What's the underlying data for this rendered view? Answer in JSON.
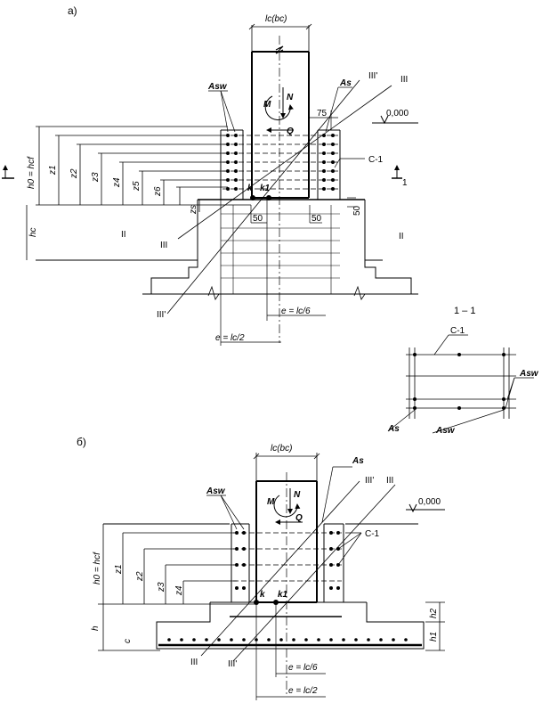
{
  "figure_a": {
    "panel_label": "а)",
    "column_dim": "lc(bc)",
    "force_N": "N",
    "force_M": "M",
    "force_Q": "Q",
    "rebar_Asw": "Asw",
    "rebar_As": "As",
    "offset_75": "75",
    "level_mark": "0,000",
    "crack_III_prime": "III'",
    "crack_III": "III",
    "mesh_C1": "C-1",
    "section_1": "1",
    "h0_eq": "h0 = hcf",
    "z1": "z1",
    "z2": "z2",
    "z3": "z3",
    "z4": "z4",
    "z5": "z5",
    "z6": "z6",
    "zs": "zs",
    "k": "k",
    "k1": "k1",
    "dim_50_left": "50",
    "dim_50_right": "50",
    "dim_50_vert": "50",
    "hc": "hc",
    "zone_II_left": "II",
    "zone_II_right": "II",
    "ecc_lc6": "e = lc/6",
    "ecc_lc2": "e = lc/2"
  },
  "section_view": {
    "title": "1 – 1",
    "mesh_C1": "C-1",
    "Asw_right": "Asw",
    "As_left": "As",
    "Asw_bottom": "Asw"
  },
  "figure_b": {
    "panel_label": "б)",
    "column_dim": "lc(bc)",
    "rebar_As": "As",
    "rebar_Asw": "Asw",
    "force_N": "N",
    "force_M": "M",
    "force_Q": "Q",
    "crack_III_prime_top": "III'",
    "crack_III_top": "III",
    "level_mark": "0,000",
    "mesh_C1": "C-1",
    "h0_eq": "h0 = hcf",
    "z1": "z1",
    "z2": "z2",
    "z3": "z3",
    "z4": "z4",
    "k": "k",
    "k1": "k1",
    "h": "h",
    "c": "c",
    "h2": "h2",
    "h1": "h1",
    "crack_III_bottom": "III",
    "crack_III_prime_bottom": "III'",
    "ecc_lc6": "e = lc/6",
    "ecc_lc2": "e = lc/2"
  }
}
